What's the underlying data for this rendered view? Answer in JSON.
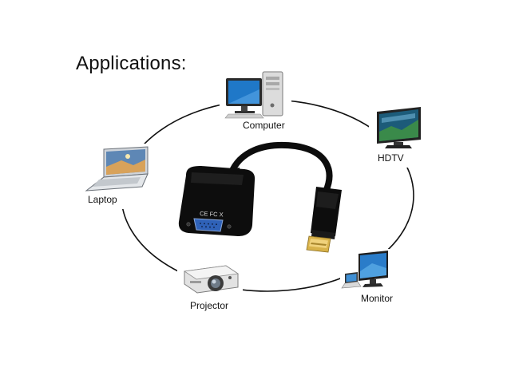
{
  "heading": "Applications:",
  "devices": {
    "computer": {
      "label": "Computer",
      "icon": "desktop-computer-icon"
    },
    "hdtv": {
      "label": "HDTV",
      "icon": "hdtv-icon"
    },
    "laptop": {
      "label": "Laptop",
      "icon": "laptop-icon"
    },
    "projector": {
      "label": "Projector",
      "icon": "projector-icon"
    },
    "monitor": {
      "label": "Monitor",
      "icon": "monitor-icon"
    }
  },
  "adapter": {
    "icon": "displayport-to-vga-adapter-icon",
    "marking": "CE FC X"
  },
  "colors": {
    "ring": "#111111",
    "adapter_body": "#0d0d0d",
    "vga_port": "#2f62b8",
    "connector_gold": "#d8b24a",
    "screen_blue": "#1f78c8"
  }
}
